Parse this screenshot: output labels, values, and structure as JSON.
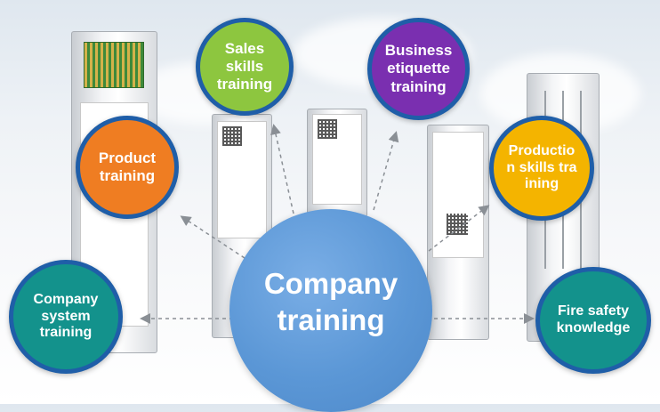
{
  "diagram": {
    "center": {
      "label": "Company training",
      "color": "#5b97d6"
    },
    "node_border_color": "#1f5ea8",
    "nodes": [
      {
        "id": "sales",
        "label": "Sales skills training",
        "color": "#8dc63f"
      },
      {
        "id": "business",
        "label": "Business etiquette training",
        "color": "#7a2fb0"
      },
      {
        "id": "product",
        "label": "Product training",
        "color": "#ef7d22"
      },
      {
        "id": "production",
        "label": "Production skills training",
        "color": "#f4b400"
      },
      {
        "id": "system",
        "label": "Company system training",
        "color": "#13928c"
      },
      {
        "id": "fire",
        "label": "Fire safety knowledge",
        "color": "#13928c"
      }
    ]
  }
}
